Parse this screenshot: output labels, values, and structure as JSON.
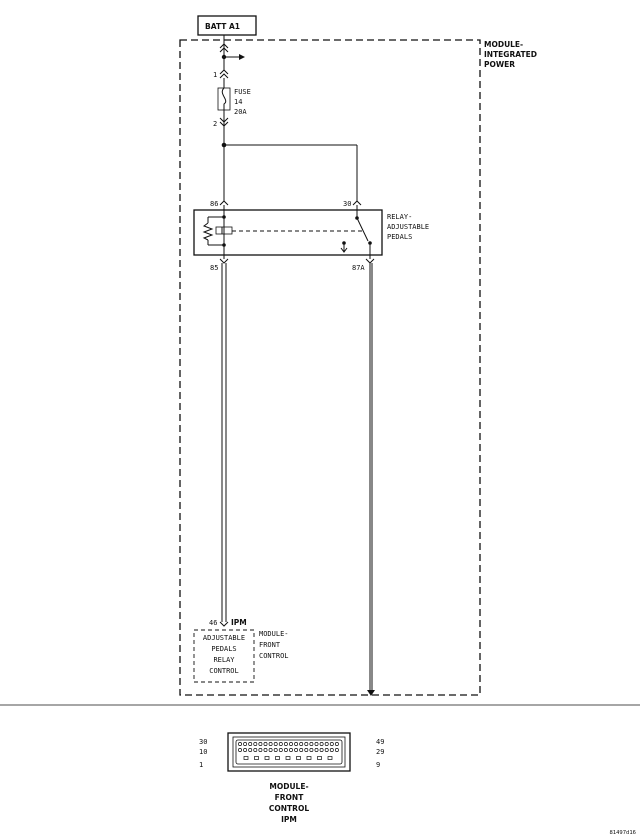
{
  "source": {
    "label": "BATT A1"
  },
  "modules": {
    "integrated_power": {
      "line1": "MODULE-",
      "line2": "INTEGRATED",
      "line3": "POWER"
    },
    "front_control_side": {
      "line1": "MODULE-",
      "line2": "FRONT",
      "line3": "CONTROL"
    },
    "front_control_bottom": {
      "line1": "MODULE-",
      "line2": "FRONT",
      "line3": "CONTROL",
      "line4": "IPM"
    }
  },
  "fuse": {
    "label": "FUSE",
    "number": "14",
    "rating": "20A",
    "pin_in": "1",
    "pin_out": "2"
  },
  "relay": {
    "line1": "RELAY-",
    "line2": "ADJUSTABLE",
    "line3": "PEDALS",
    "pin_86": "86",
    "pin_30": "30",
    "pin_85": "85",
    "pin_87a": "87A"
  },
  "ipm_connector": {
    "pin": "46",
    "label": "IPM"
  },
  "control_box": {
    "line1": "ADJUSTABLE",
    "line2": "PEDALS",
    "line3": "RELAY",
    "line4": "CONTROL"
  },
  "connector_pins": {
    "left_top": "30",
    "left_mid": "10",
    "left_bottom": "1",
    "right_top": "49",
    "right_mid": "29",
    "right_bottom": "9"
  },
  "figure_id": "81497d16"
}
